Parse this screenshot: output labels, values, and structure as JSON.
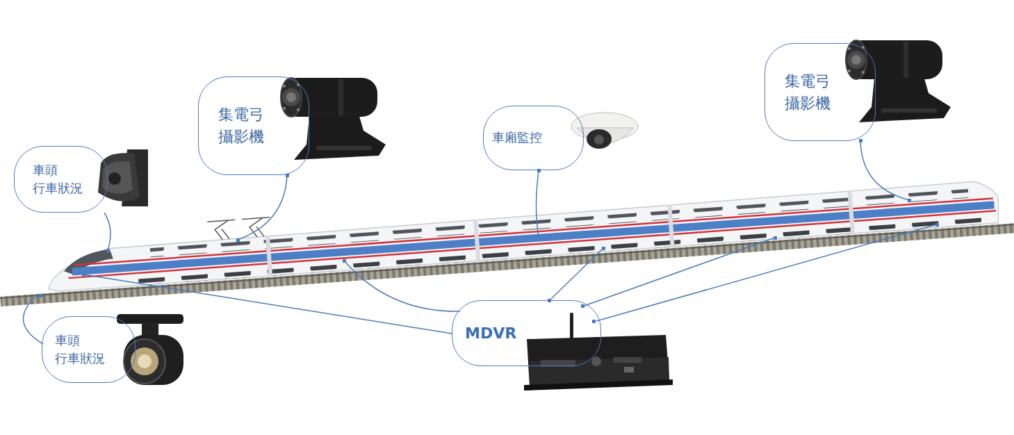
{
  "diagram": {
    "nodes": [
      {
        "text": [
          "車頭 行車狀況"
        ]
      },
      {
        "text": [
          "集電弓 攝影機"
        ]
      },
      {
        "text": [
          "車廂監控"
        ]
      },
      {
        "text": [
          "集電弓 攝影機"
        ]
      },
      {
        "text": [
          "車頭 行車狀況"
        ]
      },
      {
        "text": [
          "MDVR"
        ]
      }
    ]
  }
}
